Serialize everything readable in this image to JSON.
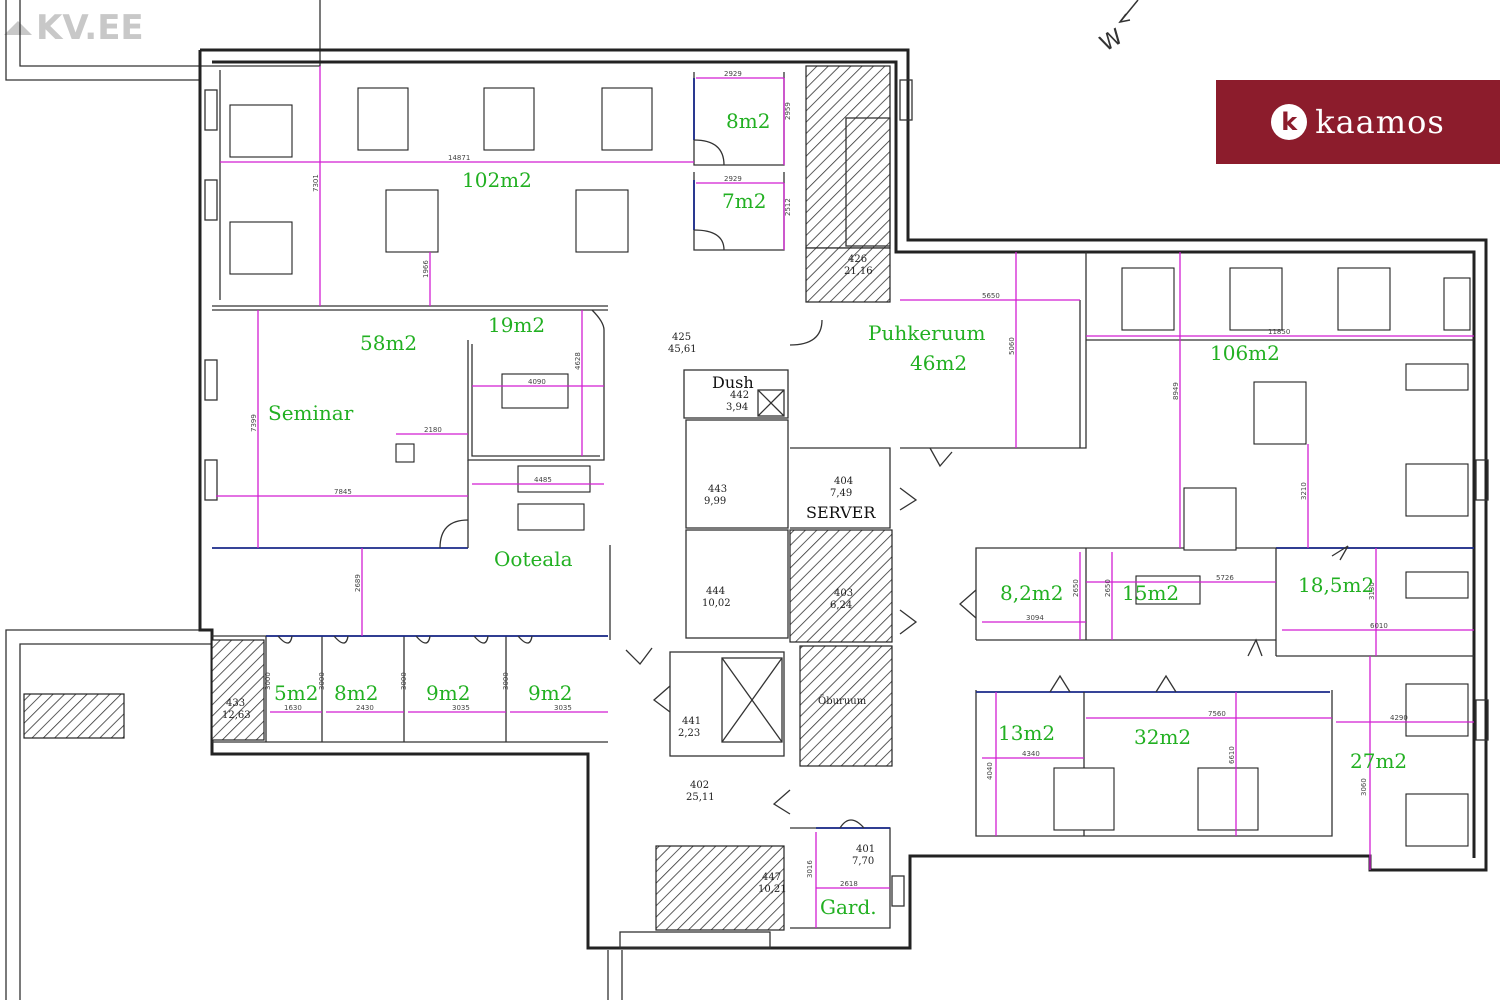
{
  "watermark": "KV.EE",
  "brand": {
    "name": "kaamos",
    "logo_letter": "k",
    "color": "#8c1c2c"
  },
  "colors": {
    "area_label": "#22b022",
    "dimension": "#d21fd2",
    "wall": "#222222"
  },
  "rooms": {
    "r102": "102m2",
    "r8a": "8m2",
    "r7": "7m2",
    "r58": "58m2",
    "r19": "19m2",
    "seminar": "Seminar",
    "ooteala": "Ooteala",
    "puhkeruum": "Puhkeruum",
    "r46": "46m2",
    "r106": "106m2",
    "r82": "8,2m2",
    "r15": "15m2",
    "r185": "18,5m2",
    "r13": "13m2",
    "r32": "32m2",
    "r27": "27m2",
    "r5": "5m2",
    "r8b": "8m2",
    "r9a": "9m2",
    "r9b": "9m2",
    "dush": "Dush",
    "server": "SERVER",
    "gard": "Gard.",
    "oburuum": "Öburuum"
  },
  "room_numbers": [
    {
      "no": "425",
      "area": "45,61"
    },
    {
      "no": "426",
      "area": "21,16"
    },
    {
      "no": "442",
      "area": "3,94"
    },
    {
      "no": "443",
      "area": "9,99"
    },
    {
      "no": "444",
      "area": "10,02"
    },
    {
      "no": "404",
      "area": "7,49"
    },
    {
      "no": "403",
      "area": "6,24"
    },
    {
      "no": "441",
      "area": "2,23"
    },
    {
      "no": "402",
      "area": "25,11"
    },
    {
      "no": "401",
      "area": "7,70"
    },
    {
      "no": "447",
      "area": "10,21"
    },
    {
      "no": "433",
      "area": "12,63"
    }
  ],
  "dimensions": [
    "2929",
    "2959",
    "14871",
    "2929",
    "2512",
    "7301",
    "1966",
    "4628",
    "4090",
    "2180",
    "7399",
    "4485",
    "7845",
    "2689",
    "5650",
    "5060",
    "11850",
    "8949",
    "3210",
    "2650",
    "3094",
    "2650",
    "5726",
    "3130",
    "6010",
    "3000",
    "1630",
    "3000",
    "2430",
    "3000",
    "3035",
    "3000",
    "3035",
    "7560",
    "4290",
    "3060",
    "4340",
    "4040",
    "6610",
    "3016",
    "2618"
  ]
}
